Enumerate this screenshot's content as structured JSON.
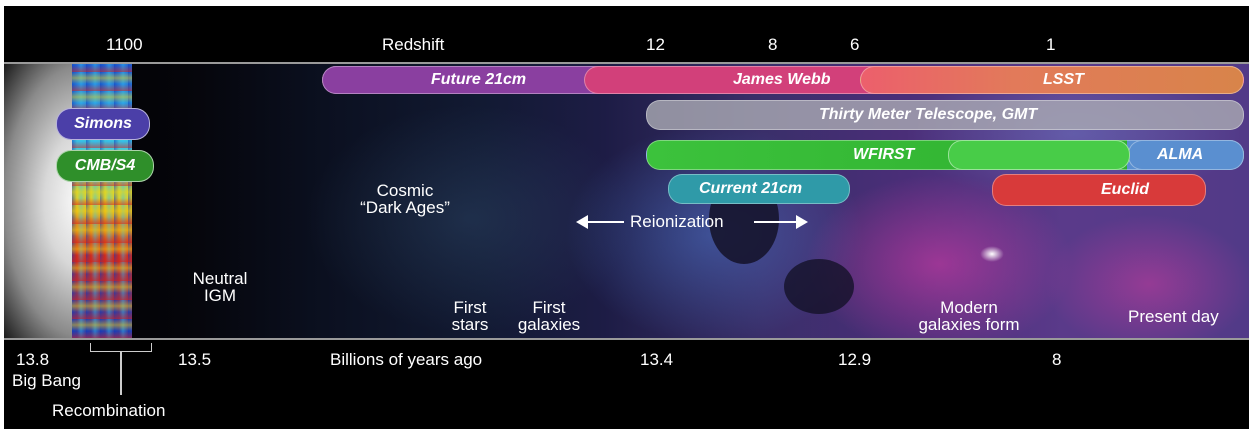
{
  "top_axis": {
    "title": "Redshift",
    "ticks": [
      "1100",
      "12",
      "8",
      "6",
      "1"
    ]
  },
  "bottom_axis": {
    "title": "Billions of years ago",
    "ticks": [
      "13.8",
      "13.5",
      "13.4",
      "12.9",
      "8"
    ]
  },
  "bottom_labels": {
    "big_bang": "Big Bang",
    "recombination": "Recombination"
  },
  "epochs": {
    "dark_ages_line1": "Cosmic",
    "dark_ages_line2": "“Dark Ages”",
    "reionization": "Reionization",
    "neutral_line1": "Neutral",
    "neutral_line2": "IGM",
    "first_stars_line1": "First",
    "first_stars_line2": "stars",
    "first_galaxies_line1": "First",
    "first_galaxies_line2": "galaxies",
    "modern_line1": "Modern",
    "modern_line2": "galaxies form",
    "present": "Present day"
  },
  "experiments": {
    "simons": "Simons",
    "cmbs4": "CMB/S4",
    "future21": "Future 21cm",
    "jwst": "James Webb",
    "lsst": "LSST",
    "tmt": "Thirty Meter Telescope, GMT",
    "wfirst": "WFIRST",
    "alma": "ALMA",
    "current21": "Current 21cm",
    "euclid": "Euclid"
  },
  "colors": {
    "simons": "#4b3fa8",
    "cmbs4": "#2f8f2a",
    "future21": "#8a3fa0",
    "jwst": "#d2407a",
    "lsst": "#d8844a",
    "tmt": "#9a9aa6",
    "wfirst": "#3cc23c",
    "alma": "#5a8fd0",
    "current21": "#2f9aa8",
    "euclid": "#d83a3a"
  }
}
